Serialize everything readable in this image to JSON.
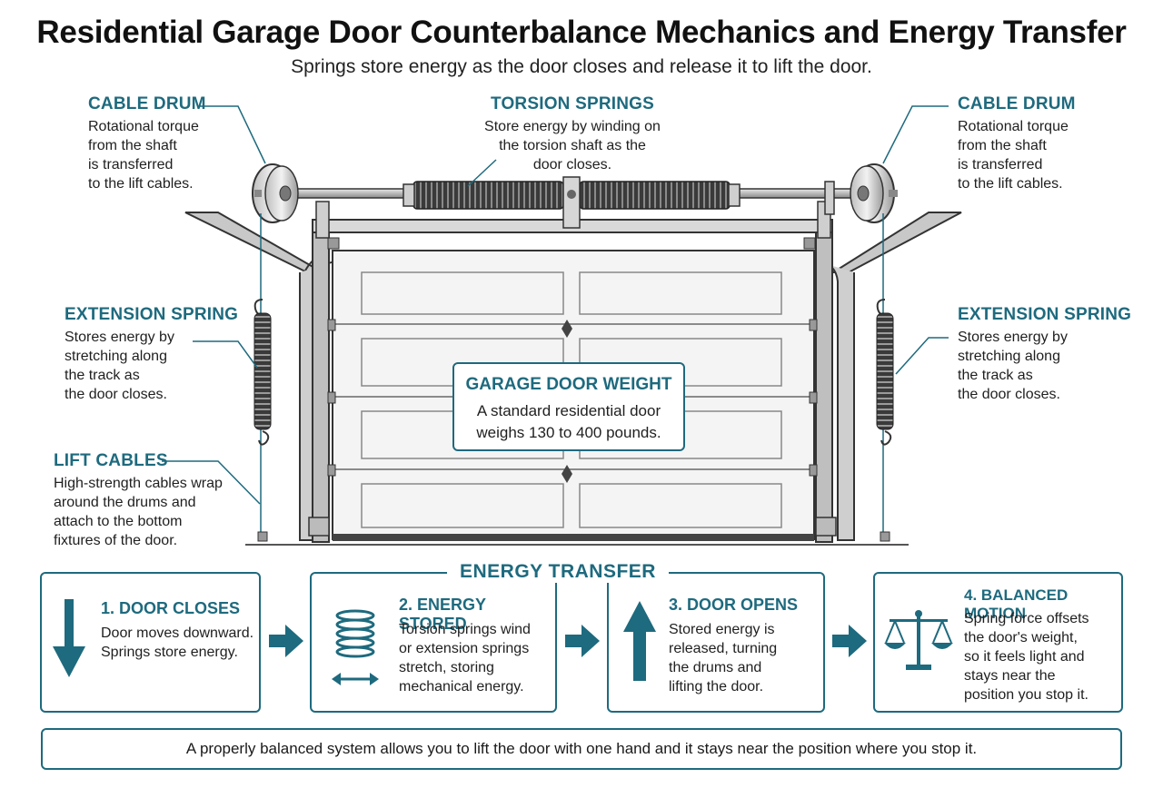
{
  "title": "Residential Garage Door Counterbalance Mechanics and Energy Transfer",
  "subtitle": "Springs store energy as the door closes and release it to lift the door.",
  "callouts": {
    "cable_drum_left": {
      "head": "CABLE DRUM",
      "lines": [
        "Rotational torque",
        "from the shaft",
        "is transferred",
        "to the lift cables."
      ]
    },
    "torsion_springs": {
      "head": "TORSION SPRINGS",
      "lines": [
        "Store energy by winding on",
        "the torsion shaft as the",
        "door closes."
      ]
    },
    "cable_drum_right": {
      "head": "CABLE DRUM",
      "lines": [
        "Rotational torque",
        "from the shaft",
        "is transferred",
        "to the lift cables."
      ]
    },
    "extension_spring_left": {
      "head": "EXTENSION SPRING",
      "lines": [
        "Stores energy by",
        "stretching along",
        "the track as",
        "the door closes."
      ]
    },
    "extension_spring_right": {
      "head": "EXTENSION SPRING",
      "lines": [
        "Stores energy by",
        "stretching along",
        "the track as",
        "the door closes."
      ]
    },
    "lift_cables": {
      "head": "LIFT CABLES",
      "lines": [
        "High-strength cables wrap",
        "around the drums and",
        "attach to the bottom",
        "fixtures of the door."
      ]
    }
  },
  "weight_box": {
    "head": "GARAGE DOOR WEIGHT",
    "lines": [
      "A standard residential door",
      "weighs 130 to 400 pounds."
    ]
  },
  "energy_transfer_label": "ENERGY TRANSFER",
  "steps": [
    {
      "title": "1. DOOR CLOSES",
      "lines": [
        "Door moves downward.",
        "Springs store energy."
      ],
      "icon": "arrow-down-icon"
    },
    {
      "title": "2. ENERGY STORED",
      "lines": [
        "Torsion springs wind",
        "or extension springs",
        "stretch, storing",
        "mechanical energy."
      ],
      "icon": "coil-spring-icon"
    },
    {
      "title": "3. DOOR OPENS",
      "lines": [
        "Stored energy is",
        "released, turning",
        "the drums and",
        "lifting the door."
      ],
      "icon": "arrow-up-icon"
    },
    {
      "title": "4. BALANCED MOTION",
      "lines": [
        "Spring force offsets",
        "the door's weight,",
        "so it feels light and",
        "stays near the",
        "position you stop it."
      ],
      "icon": "balance-scale-icon"
    }
  ],
  "footer": "A properly balanced system allows you to lift the door with one hand and it stays near the position where you stop it.",
  "colors": {
    "accent": "#1e6a7e",
    "line": "#333333",
    "door": "#f4f4f4"
  }
}
